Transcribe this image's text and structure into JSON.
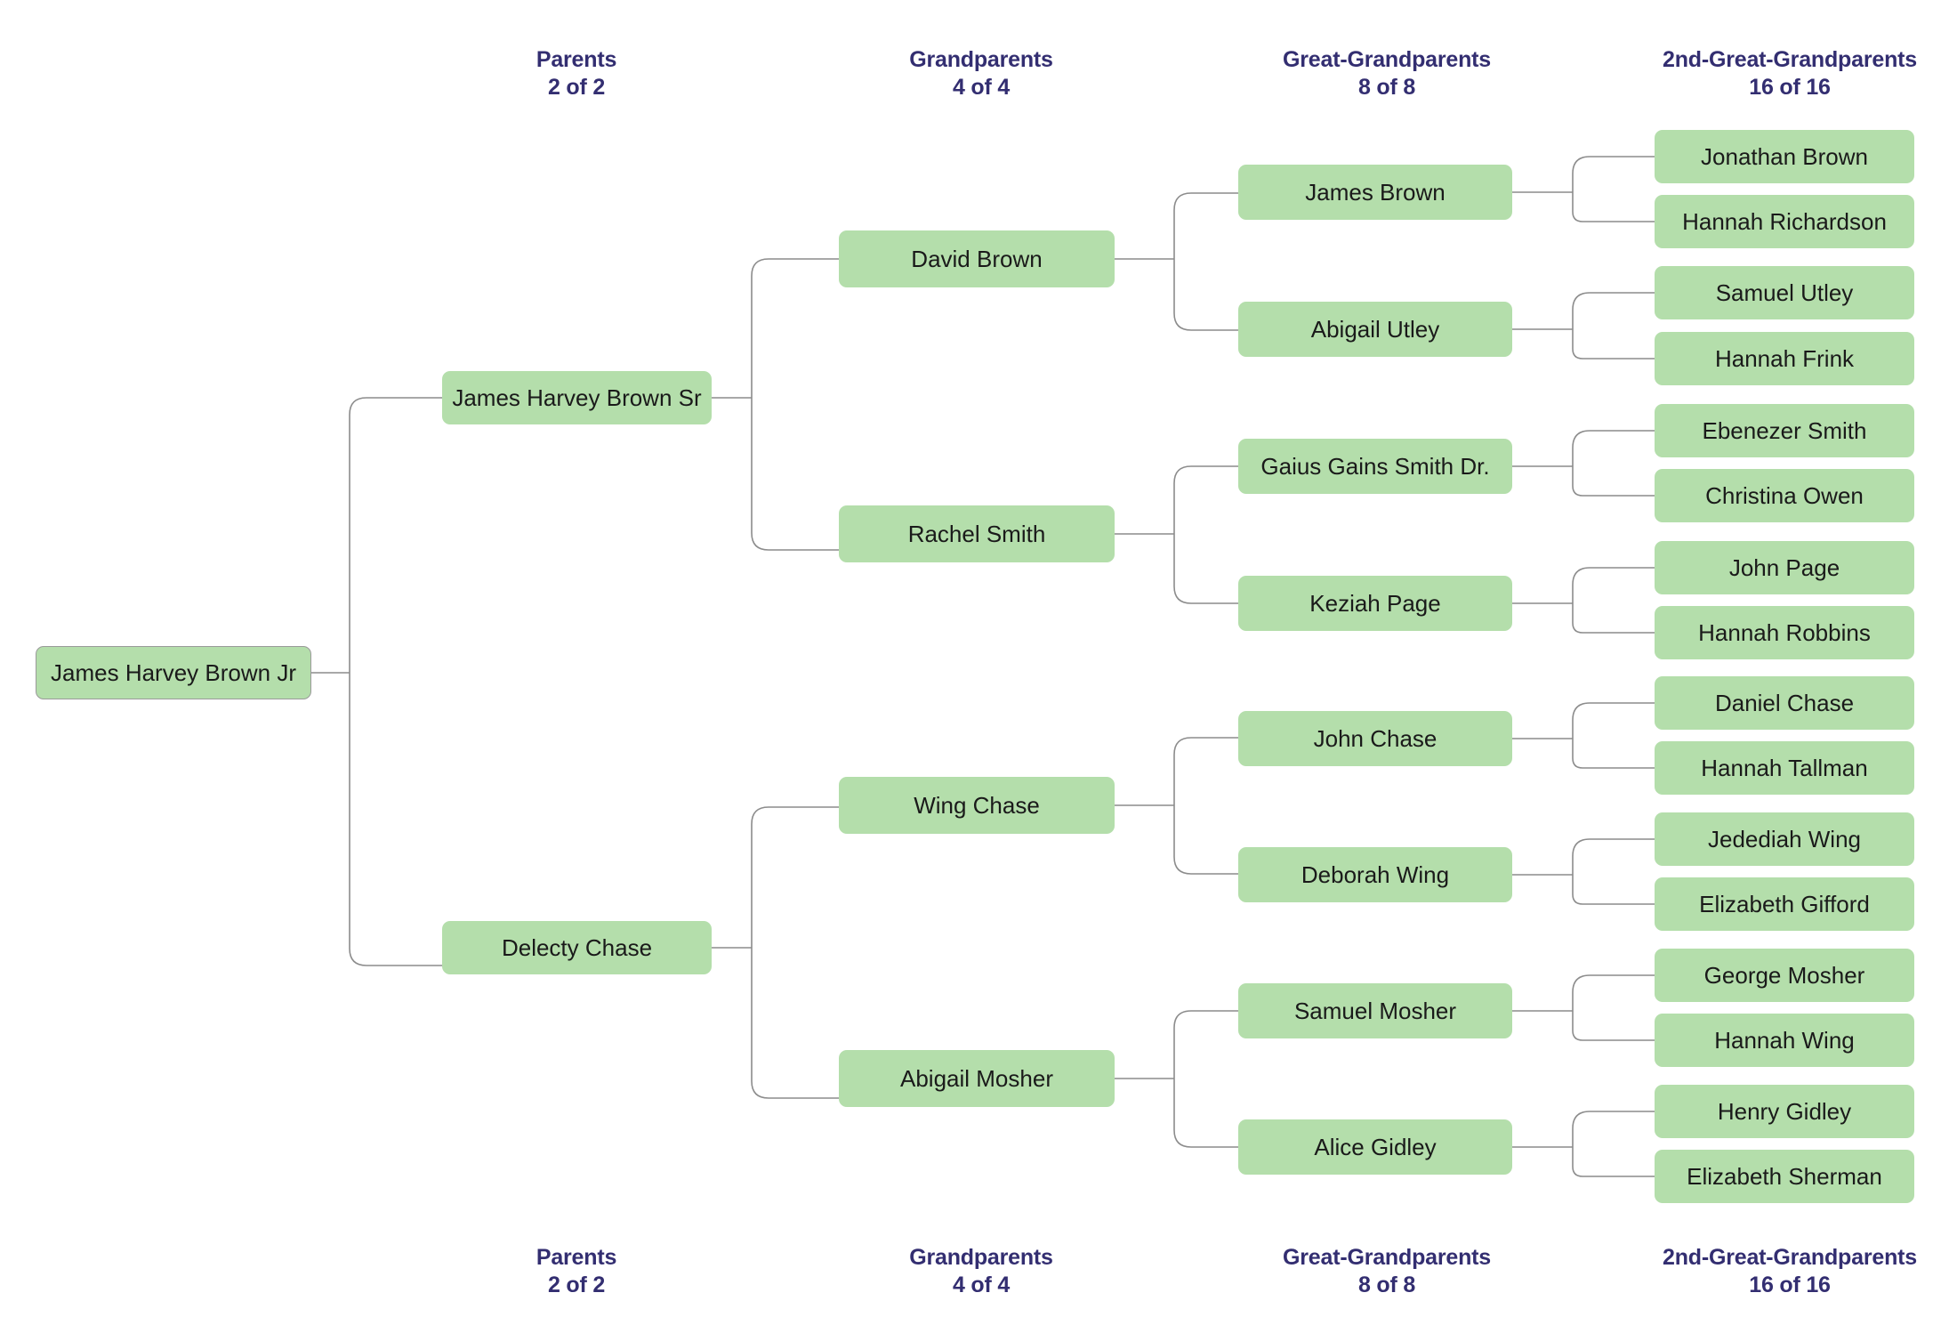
{
  "diagram": {
    "type": "ancestor-pedigree-chart",
    "accent_color": "#332e71",
    "node_fill": "#b4deab",
    "node_text_color": "#1a1a1a",
    "connector_color": "#8c8c8c",
    "background": "#ffffff"
  },
  "column_headers_top": [
    {
      "title": "Parents",
      "count": "2 of 2"
    },
    {
      "title": "Grandparents",
      "count": "4 of 4"
    },
    {
      "title": "Great-Grandparents",
      "count": "8 of 8"
    },
    {
      "title": "2nd-Great-Grandparents",
      "count": "16 of 16"
    }
  ],
  "column_headers_bottom": [
    {
      "title": "Parents",
      "count": "2 of 2"
    },
    {
      "title": "Grandparents",
      "count": "4 of 4"
    },
    {
      "title": "Great-Grandparents",
      "count": "8 of 8"
    },
    {
      "title": "2nd-Great-Grandparents",
      "count": "16 of 16"
    }
  ],
  "root": {
    "name": "James Harvey Brown Jr"
  },
  "generations": {
    "parents": [
      {
        "name": "James Harvey Brown Sr"
      },
      {
        "name": "Delecty Chase"
      }
    ],
    "grandparents": [
      {
        "name": "David Brown"
      },
      {
        "name": "Rachel Smith"
      },
      {
        "name": "Wing Chase"
      },
      {
        "name": "Abigail Mosher"
      }
    ],
    "great_grandparents": [
      {
        "name": "James Brown"
      },
      {
        "name": "Abigail Utley"
      },
      {
        "name": "Gaius Gains Smith Dr."
      },
      {
        "name": "Keziah Page"
      },
      {
        "name": "John Chase"
      },
      {
        "name": "Deborah Wing"
      },
      {
        "name": "Samuel Mosher"
      },
      {
        "name": "Alice Gidley"
      }
    ],
    "second_great_grandparents": [
      {
        "name": "Jonathan Brown"
      },
      {
        "name": "Hannah Richardson"
      },
      {
        "name": "Samuel Utley"
      },
      {
        "name": "Hannah Frink"
      },
      {
        "name": "Ebenezer Smith"
      },
      {
        "name": "Christina Owen"
      },
      {
        "name": "John Page"
      },
      {
        "name": "Hannah Robbins"
      },
      {
        "name": "Daniel Chase"
      },
      {
        "name": "Hannah Tallman"
      },
      {
        "name": "Jedediah Wing"
      },
      {
        "name": "Elizabeth Gifford"
      },
      {
        "name": "George Mosher"
      },
      {
        "name": "Hannah Wing"
      },
      {
        "name": "Henry Gidley"
      },
      {
        "name": "Elizabeth Sherman"
      }
    ]
  }
}
